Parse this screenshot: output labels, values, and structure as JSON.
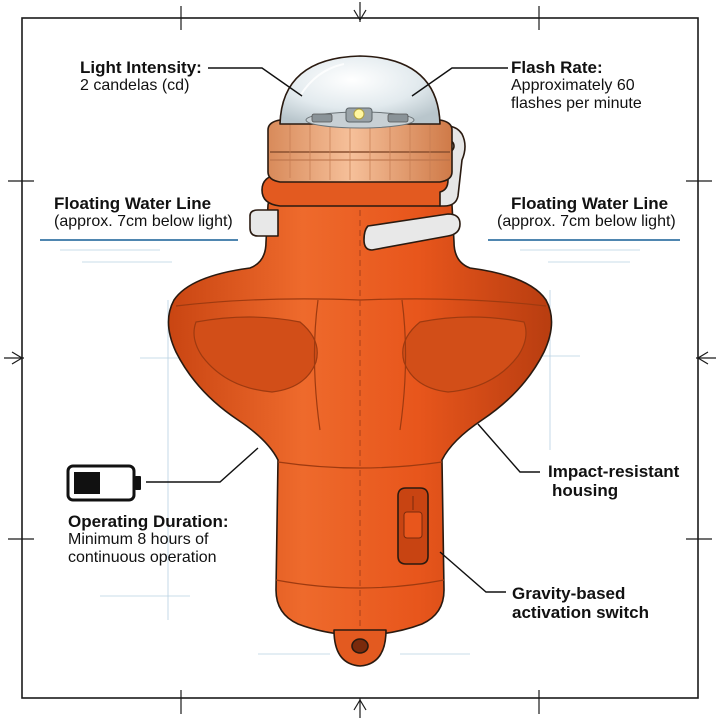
{
  "callouts": {
    "light_intensity": {
      "title": "Light Intensity:",
      "line1": "2 candelas (cd)"
    },
    "flash_rate": {
      "title": "Flash Rate:",
      "line1": "Approximately 60",
      "line2": "flashes per minute"
    },
    "water_line_left": {
      "title": "Floating Water Line",
      "line1": "(approx. 7cm below light)"
    },
    "water_line_right": {
      "title": "Floating Water Line",
      "line1": "(approx. 7cm below light)"
    },
    "operating_duration": {
      "title": "Operating Duration:",
      "line1": "Minimum 8 hours of",
      "line2": "continuous operation"
    },
    "impact_housing": {
      "line1": "Impact-resistant",
      "line2": "housing"
    },
    "gravity_switch": {
      "line1": "Gravity-based",
      "line2": "activation switch"
    }
  },
  "icons": [
    "battery-icon",
    "led-light-icon"
  ],
  "colors": {
    "body_orange": "#e8561c",
    "body_shadow": "#c84412",
    "body_highlight": "#f27a3f",
    "dome": "#e6eef2",
    "collar": "#f0a878",
    "water_line": "#4f86b0",
    "frame": "#1a1a1a"
  }
}
